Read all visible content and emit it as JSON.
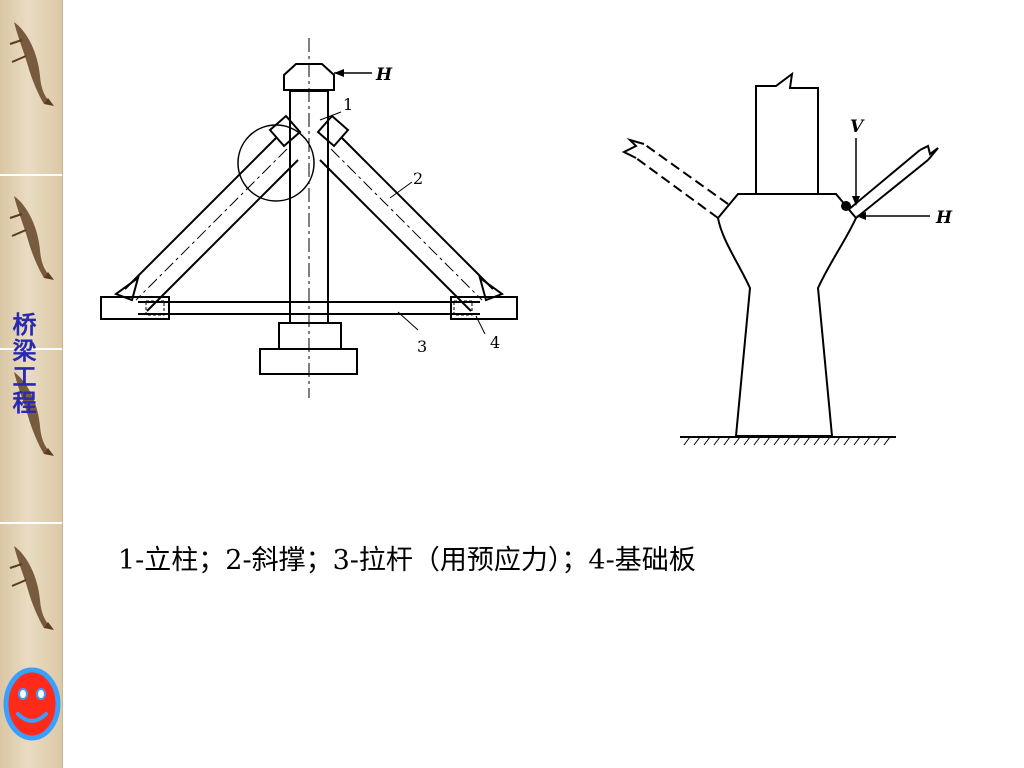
{
  "sidebar": {
    "title": "桥梁工程",
    "icons": [
      "fish-icon",
      "smiley-icon"
    ]
  },
  "diagram_left": {
    "force_label": "H",
    "part_labels": [
      "1",
      "2",
      "3",
      "4"
    ]
  },
  "diagram_right": {
    "labels": [
      "V",
      "H"
    ]
  },
  "caption": "1-立柱；2-斜撑；3-拉杆（用预应力）；4-基础板"
}
